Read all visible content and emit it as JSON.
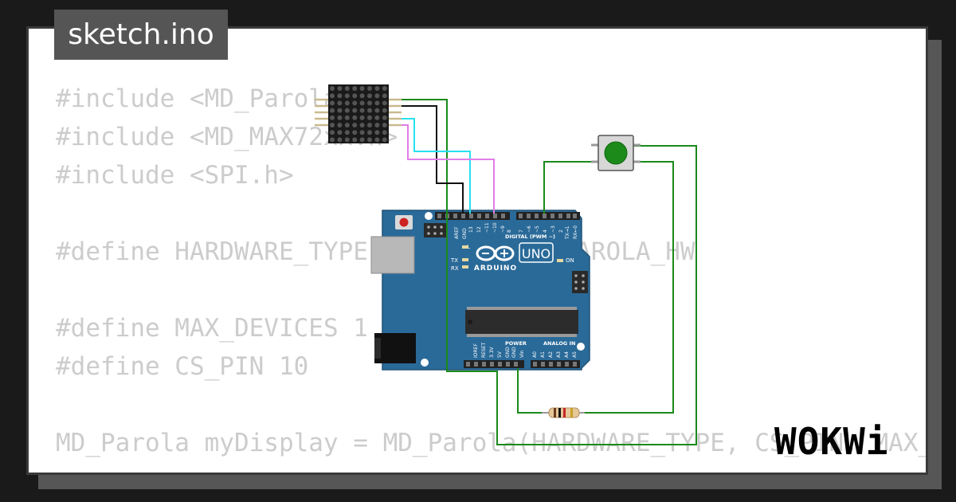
{
  "tab": {
    "filename": "sketch.ino"
  },
  "code_lines": [
    "#include <MD_Parola.h>",
    "#include <MD_MAX72xx.h>",
    "#include <SPI.h>",
    "",
    "#define HARDWARE_TYPE MD_MAX72XX::PAROLA_HW",
    "",
    "#define MAX_DEVICES 1",
    "#define CS_PIN 10",
    "",
    "MD_Parola myDisplay = MD_Parola(HARDWARE_TYPE, CS_PIN, MAX_DEVICES);"
  ],
  "board": {
    "model_label": "UNO",
    "brand_label": "ARDUINO",
    "digital_label": "DIGITAL (PWM ~)",
    "power_label": "POWER",
    "analog_label": "ANALOG IN",
    "tx_label": "TX",
    "rx_label": "RX",
    "l_label": "L",
    "on_label": "ON",
    "top_pins": [
      "AREF",
      "GND",
      "13",
      "12",
      "~11",
      "~10",
      "~9",
      "8",
      "7",
      "~6",
      "~5",
      "4",
      "~3",
      "2",
      "TX→1",
      "RX←0"
    ],
    "power_pins": [
      "IOREF",
      "RESET",
      "3.3V",
      "5V",
      "GND",
      "GND",
      "Vin"
    ],
    "analog_pins": [
      "A0",
      "A1",
      "A2",
      "A3",
      "A4",
      "A5"
    ]
  },
  "branding": {
    "logo_text": "WOKWi"
  },
  "colors": {
    "board": "#2a6a99",
    "wire_green": "#1a8a1a",
    "wire_cyan": "#28e0f0",
    "wire_violet": "#e07de8",
    "wire_black": "#111111",
    "button": "#1b8a1b"
  },
  "icons": [
    "led-matrix-icon",
    "arduino-logo-icon",
    "push-button-icon",
    "resistor-icon",
    "usb-port-icon",
    "power-jack-icon"
  ]
}
